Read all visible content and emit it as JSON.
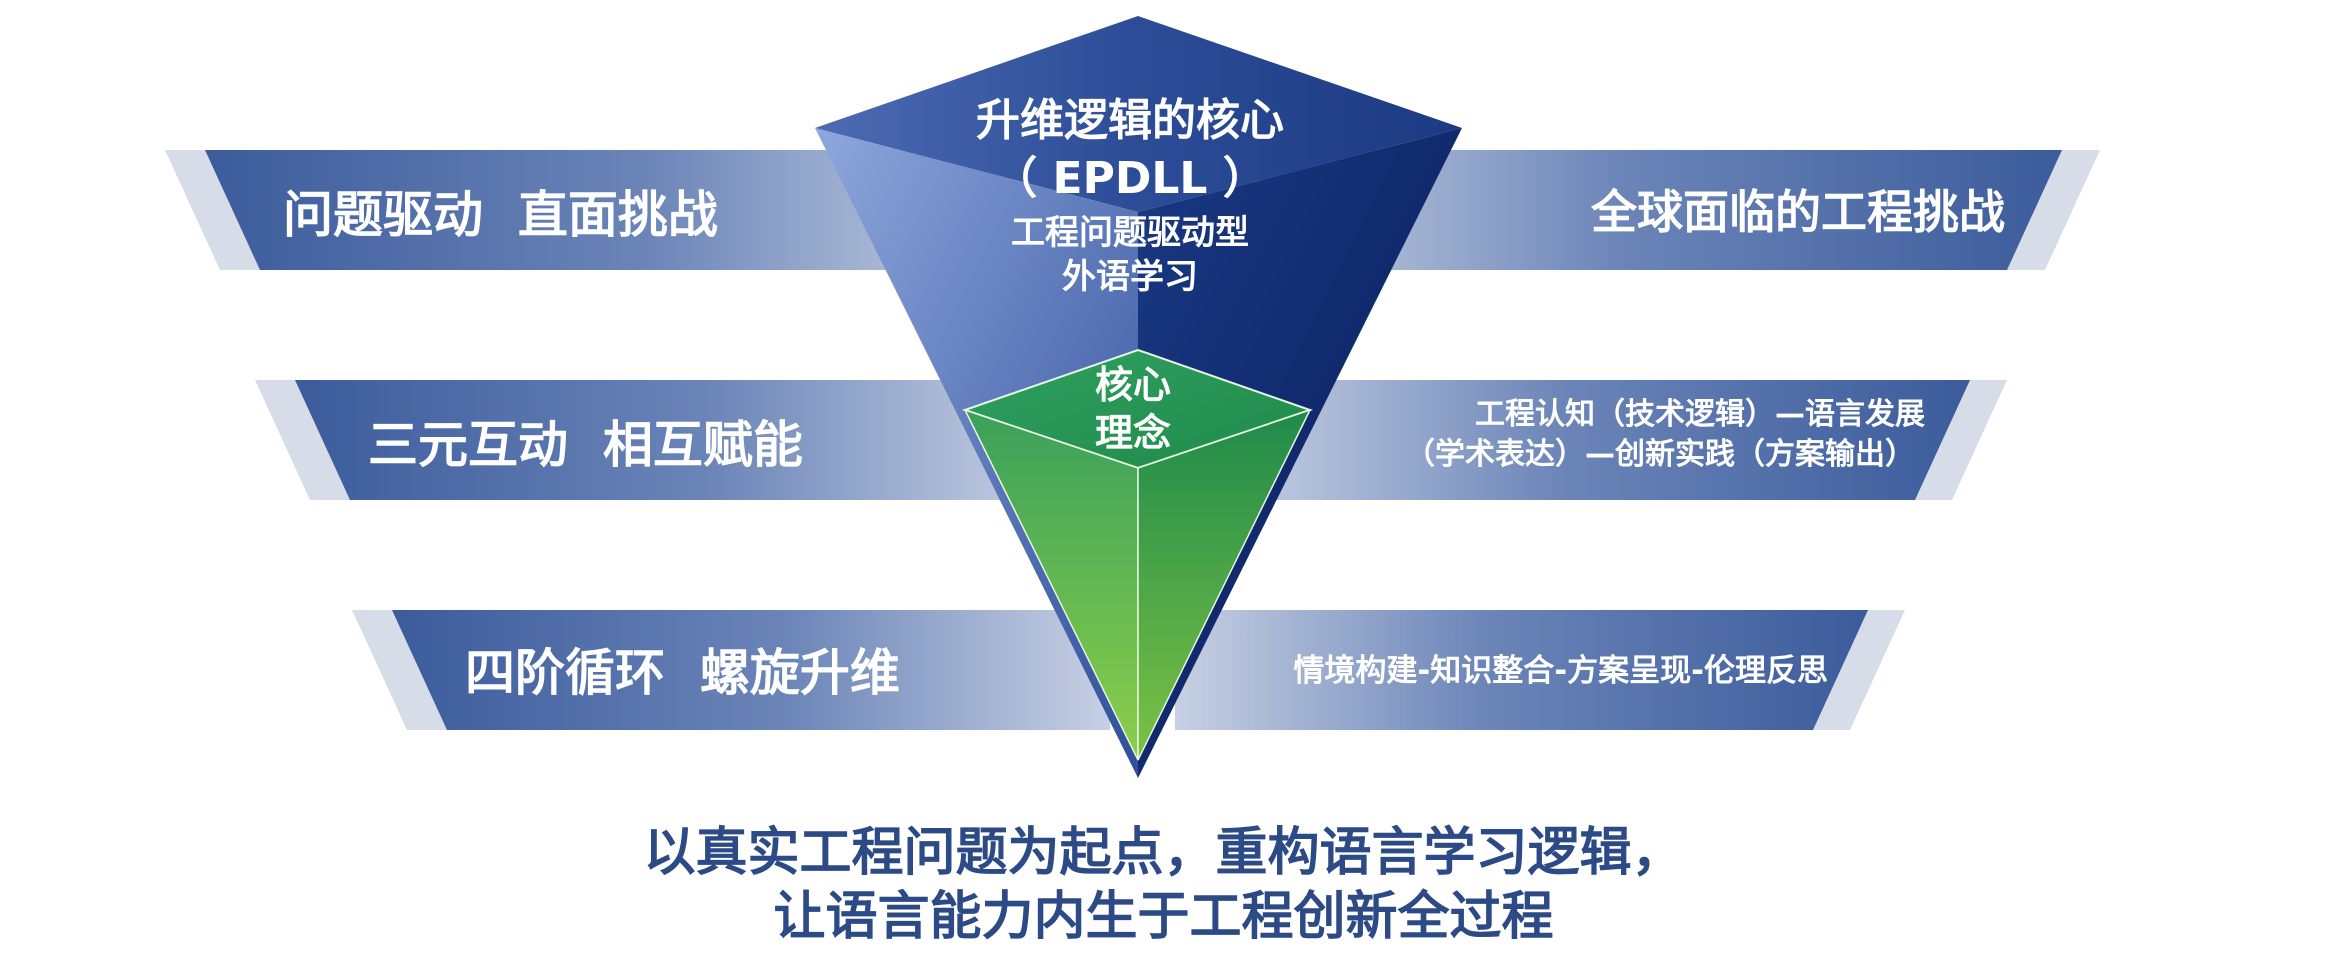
{
  "bands": {
    "top": {
      "left_text": "问题驱动  直面挑战",
      "right_text": "全球面临的工程挑战"
    },
    "middle": {
      "left_text": "三元互动  相互赋能",
      "right_line1": "工程认知（技术逻辑）—语言发展",
      "right_line2": "（学术表达）—创新实践（方案输出）"
    },
    "bottom": {
      "left_text": "四阶循环  螺旋升维",
      "right_text": "情境构建-知识整合-方案呈现-伦理反思"
    }
  },
  "pyramid": {
    "top_line1": "升维逻辑的核心",
    "top_line2": "（ EPDLL ）",
    "top_line3": "工程问题驱动型",
    "top_line4": "外语学习",
    "core_line1": "核心",
    "core_line2": "理念"
  },
  "caption": {
    "line1": "以真实工程问题为起点，重构语言学习逻辑，",
    "line2": "让语言能力内生于工程创新全过程"
  },
  "colors": {
    "band_dark": "#3d5c9c",
    "band_light": "#b3bfd6",
    "pyramid_dark": "#0e2566",
    "pyramid_light": "#7f9ad6",
    "core_top": "#2e9e58",
    "core_bottom": "#8ccf4a",
    "caption": "#2c4a85"
  }
}
